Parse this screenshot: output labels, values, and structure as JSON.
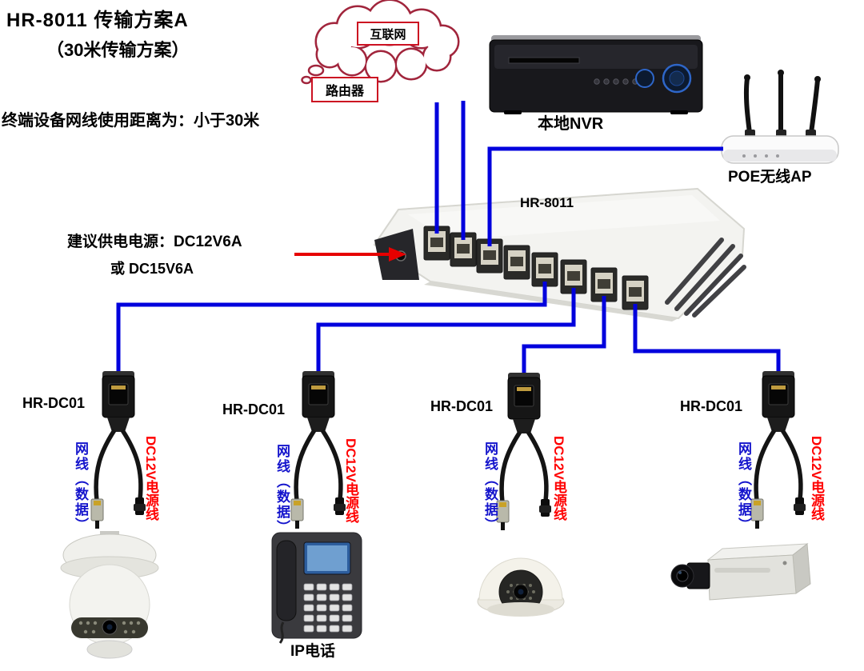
{
  "title": "HR-8011 传输方案A",
  "subtitle": "（30米传输方案）",
  "distance_note": "终端设备网线使用距离为：小于30米",
  "cloud": {
    "label": "互联网"
  },
  "router": {
    "label": "路由器"
  },
  "nvr": {
    "label": "本地NVR"
  },
  "ap": {
    "label": "POE无线AP"
  },
  "switch": {
    "model": "HR-8011"
  },
  "power_note": {
    "line1": "建议供电电源：DC12V6A",
    "line2": "或 DC15V6A"
  },
  "splitters": [
    {
      "model": "HR-DC01",
      "data_cable": "网线（数据）",
      "power_cable": "DC12V电源线"
    },
    {
      "model": "HR-DC01",
      "data_cable": "网线（数据）",
      "power_cable": "DC12V电源线"
    },
    {
      "model": "HR-DC01",
      "data_cable": "网线（数据）",
      "power_cable": "DC12V电源线"
    },
    {
      "model": "HR-DC01",
      "data_cable": "网线（数据）",
      "power_cable": "DC12V电源线"
    }
  ],
  "devices": {
    "phone_label": "IP电话"
  },
  "colors": {
    "line_blue": "#0000dd",
    "accent_red": "#e60000",
    "label_blue": "#1414cc",
    "label_red": "#ff0000",
    "cloud_outline": "#a1253c",
    "box_border_red": "#cc1122"
  }
}
